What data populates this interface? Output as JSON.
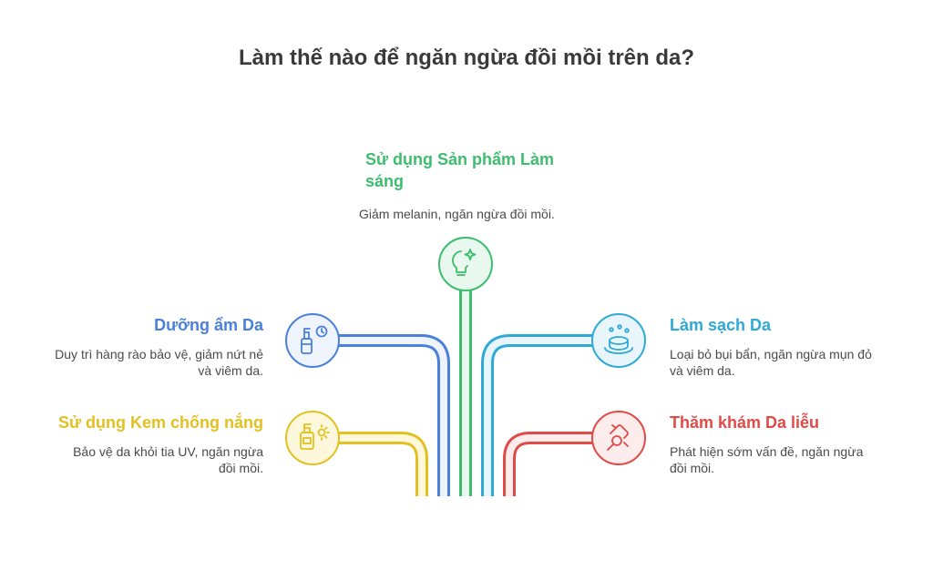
{
  "title": "Làm thế nào để ngăn ngừa đồi mồi trên da?",
  "colors": {
    "green": "#3dbd6e",
    "blue": "#4a80dc",
    "cyan": "#2ea9d8",
    "yellow": "#e3c021",
    "red": "#e04a47",
    "text": "#4a4a4a",
    "title": "#3a3a3a"
  },
  "items": {
    "brightening": {
      "title": "Sử dụng Sản phẩm Làm sáng",
      "description": "Giảm melanin, ngăn ngừa đồi mồi.",
      "icon": "lightbulb-sparkle-icon"
    },
    "moisturize": {
      "title": "Dưỡng ẩm Da",
      "description": "Duy trì hàng rào bảo vệ, giảm nứt nẻ và viêm da.",
      "icon": "spray-bottle-icon"
    },
    "sunscreen": {
      "title": "Sử dụng Kem chống nắng",
      "description": "Bảo vệ da khỏi tia UV, ngăn ngừa đồi mồi.",
      "icon": "sunscreen-bottle-icon"
    },
    "cleanse": {
      "title": "Làm sạch Da",
      "description": "Loại bỏ bụi bẩn, ngăn ngừa mụn đỏ và viêm da.",
      "icon": "soap-bubbles-icon"
    },
    "dermatologist": {
      "title": "Thăm khám Da liễu",
      "description": "Phát hiện sớm vấn đề, ngăn ngừa đồi mồi.",
      "icon": "magnifier-hand-icon"
    }
  }
}
